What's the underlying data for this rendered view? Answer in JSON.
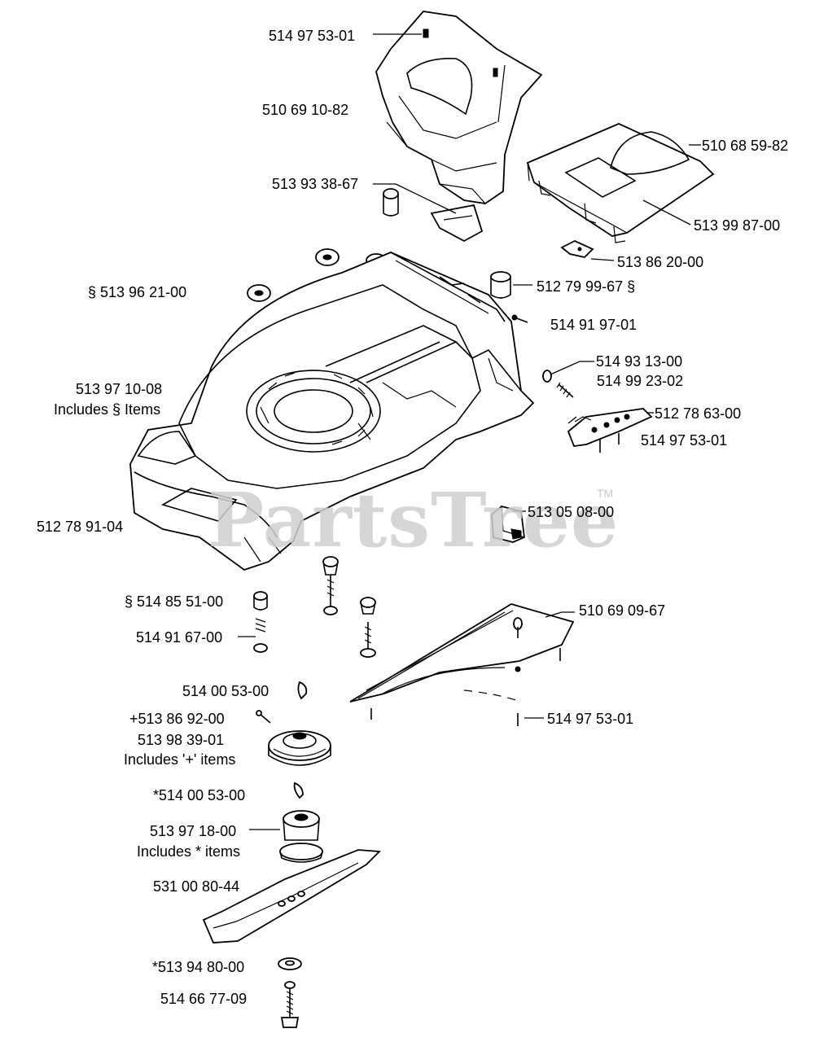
{
  "watermark": {
    "text": "PartsTree",
    "trademark": "TM"
  },
  "labels": {
    "l01": "514 97 53-01",
    "l02": "510 69 10-82",
    "l03": "510 68 59-82",
    "l04": "513 93 38-67",
    "l05": "513 99 87-00",
    "l06": "513 86 20-00",
    "l07": "§ 513 96 21-00",
    "l08": "512 79 99-67 §",
    "l09": "514 91 97-01",
    "l10": "514 93 13-00",
    "l11": "514 99 23-02",
    "l12": "513 97 10-08",
    "l13": "Includes § Items",
    "l14": "512 78 63-00",
    "l15": "514 97 53-01",
    "l16": "513 05 08-00",
    "l17": "512 78 91-04",
    "l18": "§ 514 85 51-00",
    "l19": "510 69 09-67",
    "l20": "514 91 67-00",
    "l21": "514 00 53-00",
    "l22": "+513 86 92-00",
    "l23": "514 97 53-01",
    "l24": "513 98 39-01",
    "l25": "Includes '+' items",
    "l26": "*514 00 53-00",
    "l27": "513 97 18-00",
    "l28": "Includes  *  items",
    "l29": "531 00 80-44",
    "l30": "*513 94 80-00",
    "l31": "514 66 77-09"
  }
}
